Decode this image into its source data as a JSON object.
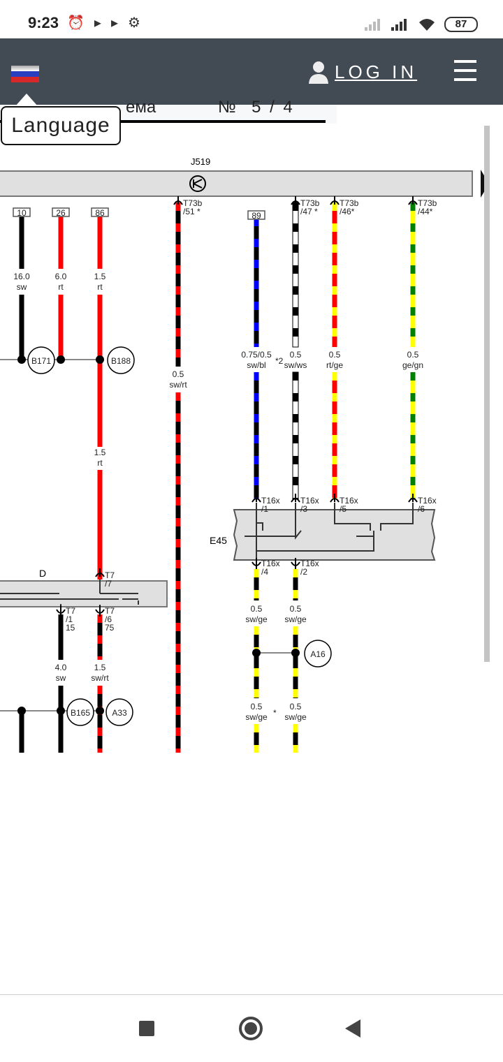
{
  "status_bar": {
    "time": "9:23",
    "battery": "87",
    "icons": [
      "alarm-icon",
      "play-icon",
      "play-icon",
      "bug-icon"
    ]
  },
  "header": {
    "login_label": "LOG IN",
    "flag": "russia",
    "language_tooltip": "Language"
  },
  "page_title": {
    "text": "ема",
    "number": "№  5 / 4"
  },
  "diagram": {
    "control_unit": "J519",
    "component_e": "E45",
    "component_d": "D",
    "terminals": [
      "10",
      "26",
      "86",
      "89"
    ],
    "connectors": {
      "t51": [
        "T73b",
        "/51 *"
      ],
      "t47": [
        "T73b",
        "/47 *"
      ],
      "t46": [
        "T73b",
        "/46*"
      ],
      "t44": [
        "T73b",
        "/44*"
      ],
      "t16_1": [
        "T16x",
        "/1"
      ],
      "t16_3": [
        "T16x",
        "/3"
      ],
      "t16_5": [
        "T16x",
        "/5"
      ],
      "t16_6": [
        "T16x",
        "/6"
      ],
      "t16_4": [
        "T16x",
        "/4"
      ],
      "t16_2": [
        "T16x",
        "/2"
      ],
      "t7_7": [
        "T7",
        "/7"
      ],
      "t7_1": [
        "T7",
        "/1",
        "15"
      ],
      "t7_6": [
        "T7",
        "/6",
        "75"
      ]
    },
    "wire_labels": {
      "w10": [
        "16.0",
        "sw"
      ],
      "w26": [
        "6.0",
        "rt"
      ],
      "w86": [
        "1.5",
        "rt"
      ],
      "w86b": [
        "1.5",
        "rt"
      ],
      "w51": [
        "0.5",
        "sw/rt"
      ],
      "w89": [
        "0.75/0.5",
        "sw/bl"
      ],
      "w47": [
        "0.5",
        "sw/ws"
      ],
      "w46": [
        "0.5",
        "rt/ge"
      ],
      "w44": [
        "0.5",
        "ge/gn"
      ],
      "w15": [
        "4.0",
        "sw"
      ],
      "w75": [
        "1.5",
        "sw/rt"
      ],
      "w4a": [
        "0.5",
        "sw/ge"
      ],
      "w2a": [
        "0.5",
        "sw/ge"
      ],
      "w4b": [
        "0.5",
        "sw/ge"
      ],
      "w2b": [
        "0.5",
        "sw/ge"
      ]
    },
    "notes": {
      "star2": "*2",
      "star": "*"
    },
    "splices": [
      "B171",
      "B188",
      "A16",
      "B165",
      "A33"
    ]
  },
  "colors": {
    "header": "#424b54",
    "sw": "#000000",
    "rt": "#ff0000",
    "bl": "#0000ff",
    "ws": "#ffffff",
    "ge": "#ffff00",
    "gn": "#008000"
  }
}
